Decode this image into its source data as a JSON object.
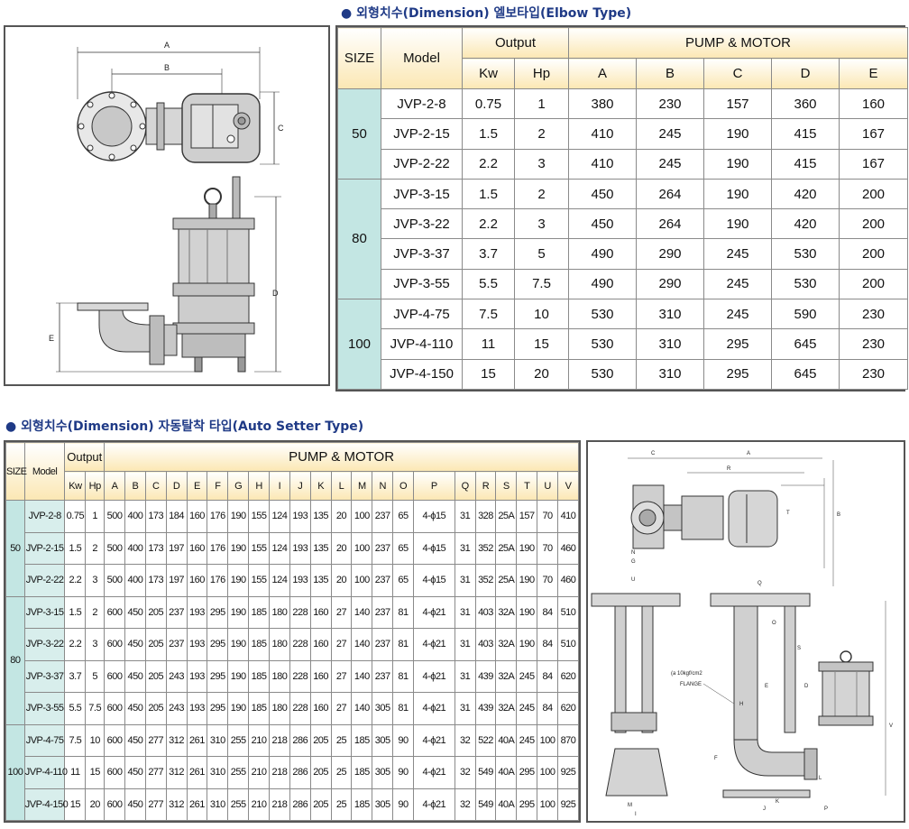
{
  "elbow": {
    "title": "● 외형치수(Dimension) 엘보타입(Elbow Type)",
    "headers": {
      "size": "SIZE",
      "model": "Model",
      "output": "Output",
      "pump_motor": "PUMP & MOTOR",
      "kw": "Kw",
      "hp": "Hp",
      "cols": [
        "A",
        "B",
        "C",
        "D",
        "E"
      ]
    },
    "groups": [
      {
        "size": "50",
        "rows": [
          [
            "JVP-2-8",
            "0.75",
            "1",
            "380",
            "230",
            "157",
            "360",
            "160"
          ],
          [
            "JVP-2-15",
            "1.5",
            "2",
            "410",
            "245",
            "190",
            "415",
            "167"
          ],
          [
            "JVP-2-22",
            "2.2",
            "3",
            "410",
            "245",
            "190",
            "415",
            "167"
          ]
        ]
      },
      {
        "size": "80",
        "rows": [
          [
            "JVP-3-15",
            "1.5",
            "2",
            "450",
            "264",
            "190",
            "420",
            "200"
          ],
          [
            "JVP-3-22",
            "2.2",
            "3",
            "450",
            "264",
            "190",
            "420",
            "200"
          ],
          [
            "JVP-3-37",
            "3.7",
            "5",
            "490",
            "290",
            "245",
            "530",
            "200"
          ],
          [
            "JVP-3-55",
            "5.5",
            "7.5",
            "490",
            "290",
            "245",
            "530",
            "200"
          ]
        ]
      },
      {
        "size": "100",
        "rows": [
          [
            "JVP-4-75",
            "7.5",
            "10",
            "530",
            "310",
            "245",
            "590",
            "230"
          ],
          [
            "JVP-4-110",
            "11",
            "15",
            "530",
            "310",
            "295",
            "645",
            "230"
          ],
          [
            "JVP-4-150",
            "15",
            "20",
            "530",
            "310",
            "295",
            "645",
            "230"
          ]
        ]
      }
    ],
    "drawing_labels": [
      "A",
      "B",
      "C",
      "D",
      "E"
    ]
  },
  "auto": {
    "title": "● 외형치수(Dimension) 자동탈착 타입(Auto Setter Type)",
    "headers": {
      "size": "SIZE",
      "model": "Model",
      "output": "Output",
      "pump_motor": "PUMP & MOTOR",
      "kw": "Kw",
      "hp": "Hp",
      "cols": [
        "A",
        "B",
        "C",
        "D",
        "E",
        "F",
        "G",
        "H",
        "I",
        "J",
        "K",
        "L",
        "M",
        "N",
        "O",
        "P",
        "Q",
        "R",
        "S",
        "T",
        "U",
        "V"
      ]
    },
    "groups": [
      {
        "size": "50",
        "rows": [
          [
            "JVP-2-8",
            "0.75",
            "1",
            "500",
            "400",
            "173",
            "184",
            "160",
            "176",
            "190",
            "155",
            "124",
            "193",
            "135",
            "20",
            "100",
            "237",
            "65",
            "4-ϕ15",
            "31",
            "328",
            "25A",
            "157",
            "70",
            "410"
          ],
          [
            "JVP-2-15",
            "1.5",
            "2",
            "500",
            "400",
            "173",
            "197",
            "160",
            "176",
            "190",
            "155",
            "124",
            "193",
            "135",
            "20",
            "100",
            "237",
            "65",
            "4-ϕ15",
            "31",
            "352",
            "25A",
            "190",
            "70",
            "460"
          ],
          [
            "JVP-2-22",
            "2.2",
            "3",
            "500",
            "400",
            "173",
            "197",
            "160",
            "176",
            "190",
            "155",
            "124",
            "193",
            "135",
            "20",
            "100",
            "237",
            "65",
            "4-ϕ15",
            "31",
            "352",
            "25A",
            "190",
            "70",
            "460"
          ]
        ]
      },
      {
        "size": "80",
        "rows": [
          [
            "JVP-3-15",
            "1.5",
            "2",
            "600",
            "450",
            "205",
            "237",
            "193",
            "295",
            "190",
            "185",
            "180",
            "228",
            "160",
            "27",
            "140",
            "237",
            "81",
            "4-ϕ21",
            "31",
            "403",
            "32A",
            "190",
            "84",
            "510"
          ],
          [
            "JVP-3-22",
            "2.2",
            "3",
            "600",
            "450",
            "205",
            "237",
            "193",
            "295",
            "190",
            "185",
            "180",
            "228",
            "160",
            "27",
            "140",
            "237",
            "81",
            "4-ϕ21",
            "31",
            "403",
            "32A",
            "190",
            "84",
            "510"
          ],
          [
            "JVP-3-37",
            "3.7",
            "5",
            "600",
            "450",
            "205",
            "243",
            "193",
            "295",
            "190",
            "185",
            "180",
            "228",
            "160",
            "27",
            "140",
            "237",
            "81",
            "4-ϕ21",
            "31",
            "439",
            "32A",
            "245",
            "84",
            "620"
          ],
          [
            "JVP-3-55",
            "5.5",
            "7.5",
            "600",
            "450",
            "205",
            "243",
            "193",
            "295",
            "190",
            "185",
            "180",
            "228",
            "160",
            "27",
            "140",
            "305",
            "81",
            "4-ϕ21",
            "31",
            "439",
            "32A",
            "245",
            "84",
            "620"
          ]
        ]
      },
      {
        "size": "100",
        "rows": [
          [
            "JVP-4-75",
            "7.5",
            "10",
            "600",
            "450",
            "277",
            "312",
            "261",
            "310",
            "255",
            "210",
            "218",
            "286",
            "205",
            "25",
            "185",
            "305",
            "90",
            "4-ϕ21",
            "32",
            "522",
            "40A",
            "245",
            "100",
            "870"
          ],
          [
            "JVP-4-110",
            "11",
            "15",
            "600",
            "450",
            "277",
            "312",
            "261",
            "310",
            "255",
            "210",
            "218",
            "286",
            "205",
            "25",
            "185",
            "305",
            "90",
            "4-ϕ21",
            "32",
            "549",
            "40A",
            "295",
            "100",
            "925"
          ],
          [
            "JVP-4-150",
            "15",
            "20",
            "600",
            "450",
            "277",
            "312",
            "261",
            "310",
            "255",
            "210",
            "218",
            "286",
            "205",
            "25",
            "185",
            "305",
            "90",
            "4-ϕ21",
            "32",
            "549",
            "40A",
            "295",
            "100",
            "925"
          ]
        ]
      }
    ],
    "drawing_labels": [
      "C",
      "A",
      "R",
      "T",
      "B",
      "N",
      "G",
      "U",
      "Q",
      "O",
      "S",
      "E",
      "D",
      "H",
      "V",
      "F",
      "L",
      "M",
      "I",
      "K",
      "J",
      "P"
    ],
    "flange_note": "(a 10kgf/cm2",
    "flange_label": "FLANGE"
  }
}
